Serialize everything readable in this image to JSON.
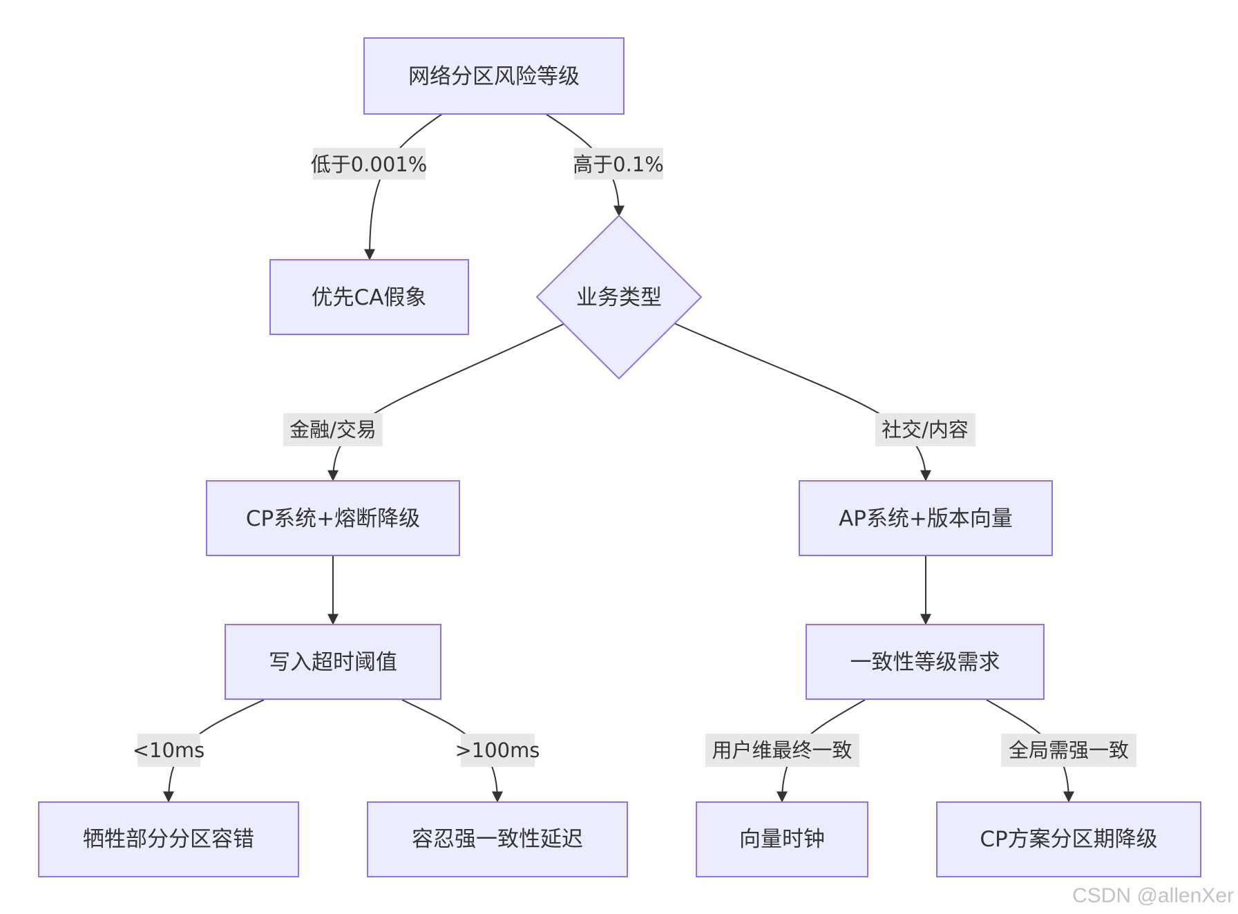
{
  "nodes": {
    "risk_level": "网络分区风险等级",
    "prefer_ca": "优先CA假象",
    "business_type": "业务类型",
    "cp_system": "CP系统+熔断降级",
    "ap_system": "AP系统+版本向量",
    "write_timeout": "写入超时阈值",
    "consistency_need": "一致性等级需求",
    "sacrifice_partition": "牺牲部分分区容错",
    "tolerate_delay": "容忍强一致性延迟",
    "vector_clock": "向量时钟",
    "cp_degrade": "CP方案分区期降级"
  },
  "edges": {
    "below": "低于0.001%",
    "above": "高于0.1%",
    "finance": "金融/交易",
    "social": "社交/内容",
    "lt10": "<10ms",
    "gt100": ">100ms",
    "user_eventual": "用户维最终一致",
    "global_strong": "全局需强一致"
  },
  "watermark": "CSDN @allenXer"
}
